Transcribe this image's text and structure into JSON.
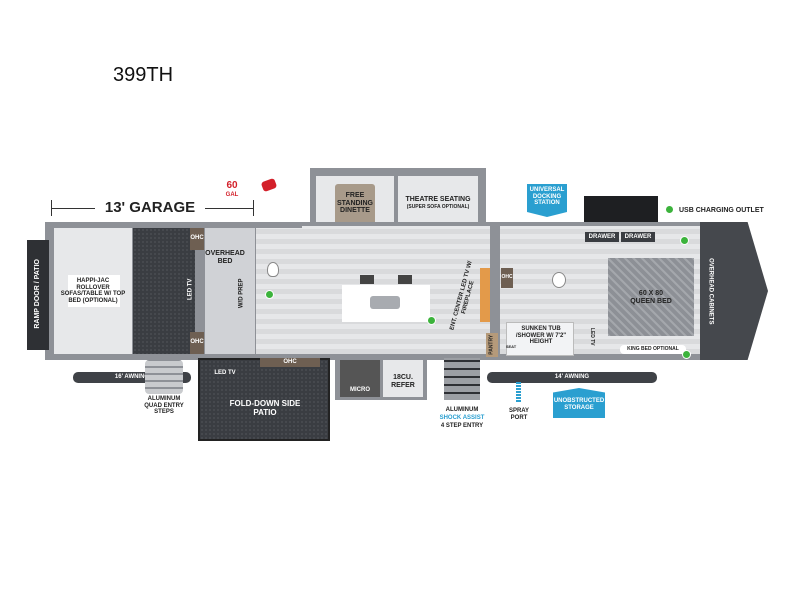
{
  "title": "399TH",
  "garage": {
    "dimension": "13' GARAGE",
    "ramp": "RAMP DOOR / PATIO",
    "sofa": "HAPPI-JAC ROLLOVER SOFAS/TABLE w/ TOP BED (OPTIONAL)",
    "led_tv": "LED TV",
    "ohc": "OHC"
  },
  "fuel": {
    "amount": "60",
    "unit": "GAL"
  },
  "overhead_bed": "OVERHEAD BED",
  "wd_prep": "W/D PREP",
  "awnings": {
    "rear": "16' AWNING",
    "front": "14' AWNING"
  },
  "rear_steps": "ALUMINUM QUAD ENTRY STEPS",
  "patio": {
    "label": "FOLD-DOWN SIDE PATIO",
    "led_tv": "LED TV",
    "ohc": "OHC"
  },
  "living": {
    "dinette": "FREE STANDING DINETTE",
    "theatre": "THEATRE SEATING",
    "theatre_note": "(SUPER SOFA OPTIONAL)",
    "ent_center": "ENT. CENTER LED TV w/ FIREPLACE",
    "micro": "MICRO",
    "refer": "18CU. REFER",
    "pantry": "PANTRY"
  },
  "entry_steps": {
    "line1": "ALUMINUM",
    "line2": "SHOCK ASSIST",
    "line3": "4 STEP ENTRY"
  },
  "bath": {
    "tub": "SUNKEN TUB /SHOWER w/ 7'2\" HEIGHT",
    "seat": "SEAT",
    "ohc": "OHC"
  },
  "spray_port": "SPRAY PORT",
  "callouts": {
    "docking": "UNIVERSAL DOCKING STATION",
    "storage": "UNOBSTRUCTED STORAGE"
  },
  "bedroom": {
    "drawer1": "DRAWER",
    "drawer2": "DRAWER",
    "bed": "60 x 80 QUEEN BED",
    "king": "KING BED OPTIONAL",
    "led_tv": "LED TV",
    "cabinets": "OVERHEAD CABINETS"
  },
  "legend": {
    "usb": "USB CHARGING OUTLET"
  },
  "colors": {
    "accent": "#2a9fd0",
    "usb": "#3cb33c",
    "fuel": "#d3202a"
  }
}
